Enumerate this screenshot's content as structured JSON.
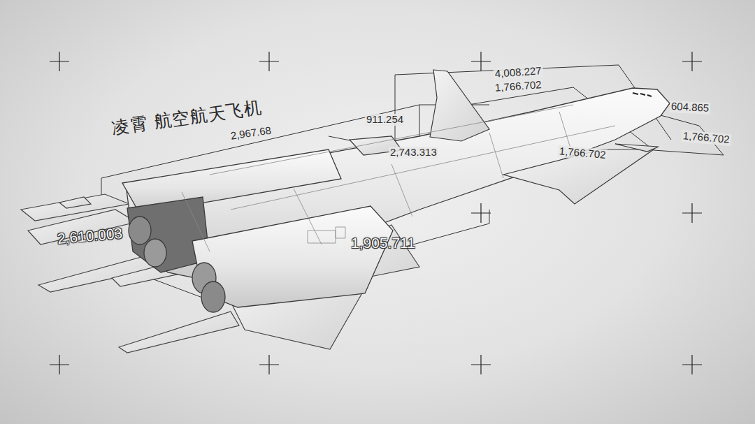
{
  "diagram": {
    "title": "凌霄 航空航天飞机",
    "labels": [
      "2,967.68",
      "911.254",
      "4,008.227",
      "1,766.702",
      "604.865",
      "1,766.702",
      "2,743.313",
      "1,766.702",
      "2,610.003",
      "1,905.711"
    ]
  }
}
